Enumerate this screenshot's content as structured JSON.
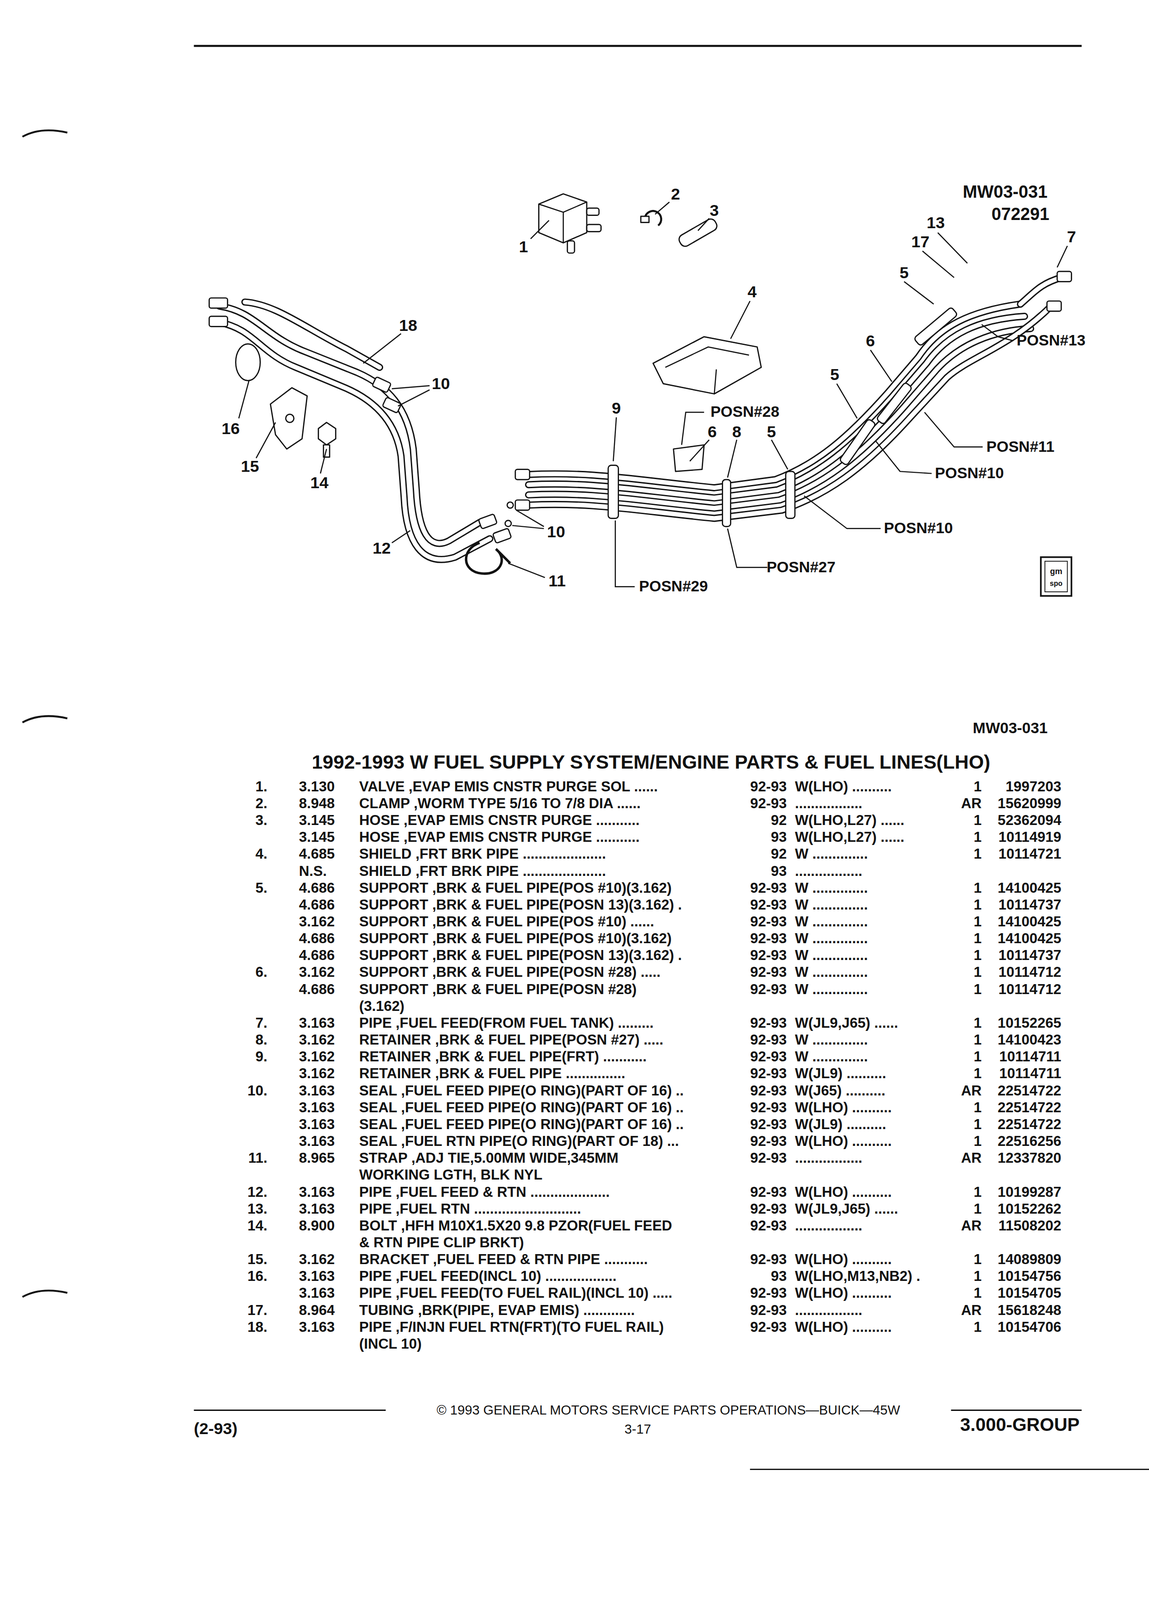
{
  "diagram": {
    "title": "1992-1993 W FUEL SUPPLY SYSTEM/ENGINE PARTS & FUEL LINES(LHO)",
    "labels": [
      "MW03-031",
      "072291",
      "1",
      "2",
      "3",
      "13",
      "17",
      "7",
      "4",
      "5",
      "18",
      "POSN#13",
      "6",
      "5",
      "10",
      "16",
      "9",
      "POSN#28",
      "6",
      "8",
      "5",
      "POSN#11",
      "15",
      "POSN#10",
      "14",
      "POSN#10",
      "10",
      "12",
      "POSN#27",
      "11",
      "POSN#29",
      "gm",
      "spo",
      "MW03-031",
      "1.",
      "3.130",
      "VALVE ,EVAP EMIS CNSTR PURGE SOL ......",
      "92-93",
      "W(LHO) ..........",
      "1",
      "1997203",
      "2.",
      "8.948",
      "CLAMP ,WORM TYPE 5/16 TO 7/8 DIA ......",
      "92-93",
      ".................",
      "AR",
      "15620999",
      "3.",
      "3.145",
      "HOSE ,EVAP EMIS CNSTR PURGE ...........",
      "92",
      "W(LHO,L27) ......",
      "1",
      "52362094",
      "3.145",
      "HOSE ,EVAP EMIS CNSTR PURGE ...........",
      "93",
      "W(LHO,L27) ......",
      "1",
      "10114919",
      "4.",
      "4.685",
      "SHIELD ,FRT BRK PIPE .....................",
      "92",
      "W ..............",
      "1",
      "10114721",
      "N.S.",
      "SHIELD ,FRT BRK PIPE .....................",
      "93",
      ".................",
      "5.",
      "4.686",
      "SUPPORT ,BRK & FUEL PIPE(POS #10)(3.162)",
      "92-93",
      "W ..............",
      "1",
      "14100425",
      "4.686",
      "SUPPORT ,BRK & FUEL PIPE(POSN 13)(3.162) .",
      "92-93",
      "W ..............",
      "1",
      "10114737",
      "3.162",
      "SUPPORT ,BRK & FUEL PIPE(POS #10) ......",
      "92-93",
      "W ..............",
      "1",
      "14100425",
      "4.686",
      "SUPPORT ,BRK & FUEL PIPE(POS #10)(3.162)",
      "92-93",
      "W ..............",
      "1",
      "14100425",
      "4.686",
      "SUPPORT ,BRK & FUEL PIPE(POSN 13)(3.162) .",
      "92-93",
      "W ..............",
      "1",
      "10114737",
      "6.",
      "3.162",
      "SUPPORT ,BRK & FUEL PIPE(POSN #28) .....",
      "92-93",
      "W ..............",
      "1",
      "10114712",
      "4.686",
      "SUPPORT ,BRK & FUEL PIPE(POSN #28)",
      "92-93",
      "W ..............",
      "1",
      "10114712",
      "(3.162)",
      "7.",
      "3.163",
      "PIPE ,FUEL FEED(FROM FUEL TANK) .........",
      "92-93",
      "W(JL9,J65) ......",
      "1",
      "10152265",
      "8.",
      "3.162",
      "RETAINER ,BRK & FUEL PIPE(POSN #27) .....",
      "92-93",
      "W ..............",
      "1",
      "14100423",
      "9.",
      "3.162",
      "RETAINER ,BRK & FUEL PIPE(FRT) ...........",
      "92-93",
      "W ..............",
      "1",
      "10114711",
      "3.162",
      "RETAINER ,BRK & FUEL PIPE ...............",
      "92-93",
      "W(JL9) ..........",
      "1",
      "10114711",
      "10.",
      "3.163",
      "SEAL ,FUEL FEED PIPE(O RING)(PART OF 16) ..",
      "92-93",
      "W(J65) ..........",
      "AR",
      "22514722",
      "3.163",
      "SEAL ,FUEL FEED PIPE(O RING)(PART OF 16) ..",
      "92-93",
      "W(LHO) ..........",
      "1",
      "22514722",
      "3.163",
      "SEAL ,FUEL FEED PIPE(O RING)(PART OF 16) ..",
      "92-93",
      "W(JL9) ..........",
      "1",
      "22514722",
      "3.163",
      "SEAL ,FUEL RTN PIPE(O RING)(PART OF 18) ...",
      "92-93",
      "W(LHO) ..........",
      "1",
      "22516256",
      "11.",
      "8.965",
      "STRAP ,ADJ TIE,5.00MM WIDE,345MM",
      "92-93",
      ".................",
      "AR",
      "12337820",
      "WORKING LGTH, BLK NYL",
      "12.",
      "3.163",
      "PIPE ,FUEL FEED & RTN ....................",
      "92-93",
      "W(LHO) ..........",
      "1",
      "10199287",
      "13.",
      "3.163",
      "PIPE ,FUEL RTN ...........................",
      "92-93",
      "W(JL9,J65) ......",
      "1",
      "10152262",
      "14.",
      "8.900",
      "BOLT ,HFH M10X1.5X20 9.8 PZOR(FUEL FEED",
      "92-93",
      ".................",
      "AR",
      "11508202",
      "& RTN PIPE CLIP BRKT)",
      "15.",
      "3.162",
      "BRACKET ,FUEL FEED & RTN PIPE ...........",
      "92-93",
      "W(LHO) ..........",
      "1",
      "14089809",
      "16.",
      "3.163",
      "PIPE ,FUEL FEED(INCL 10) ..................",
      "93",
      "W(LHO,M13,NB2) .",
      "1",
      "10154756",
      "3.163",
      "PIPE ,FUEL FEED(TO FUEL RAIL)(INCL 10) .....",
      "92-93",
      "W(LHO) ..........",
      "1",
      "10154705",
      "17.",
      "8.964",
      "TUBING ,BRK(PIPE, EVAP EMIS) .............",
      "92-93",
      ".................",
      "AR",
      "15618248",
      "18.",
      "3.163",
      "PIPE ,F/INJN FUEL RTN(FRT)(TO FUEL RAIL)",
      "92-93",
      "W(LHO) ..........",
      "1",
      "10154706",
      "(INCL 10)",
      "© 1993 GENERAL MOTORS SERVICE PARTS OPERATIONS—BUICK—45W",
      "(2-93)",
      "3-17",
      "3.000-GROUP"
    ]
  }
}
